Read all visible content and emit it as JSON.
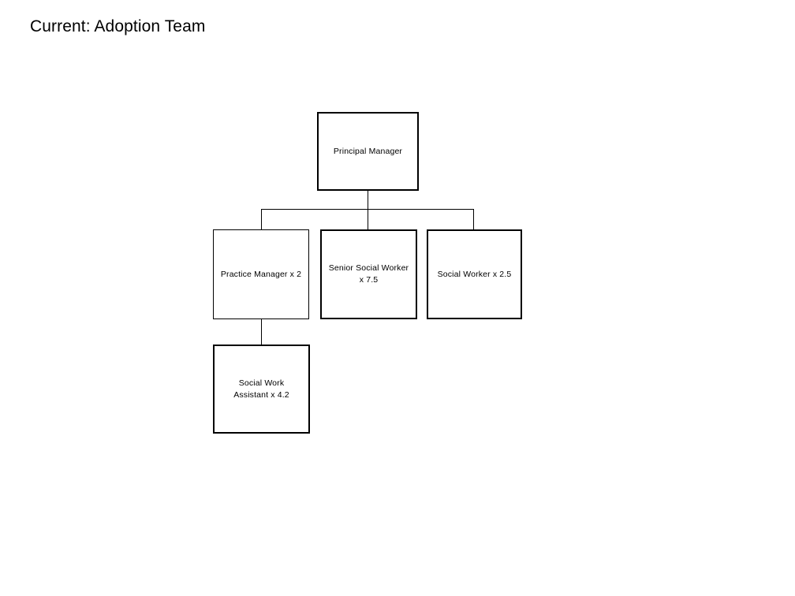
{
  "slide": {
    "title": "Current: Adoption Team",
    "background_color": "#ffffff",
    "line_color": "#000000",
    "text_color": "#000000"
  },
  "org_chart": {
    "type": "organisation-chart",
    "nodes": [
      {
        "id": "principal-manager",
        "label": "Principal Manager",
        "level": 0,
        "parent": null
      },
      {
        "id": "practice-manager",
        "label": "Practice Manager x 2",
        "level": 1,
        "parent": "principal-manager"
      },
      {
        "id": "senior-social-worker",
        "label": "Senior Social Worker x 7.5",
        "level": 1,
        "parent": "principal-manager"
      },
      {
        "id": "social-worker",
        "label": "Social Worker x 2.5",
        "level": 1,
        "parent": "principal-manager"
      },
      {
        "id": "social-work-assistant",
        "label": "Social Work Assistant x 4.2",
        "level": 2,
        "parent": "practice-manager"
      }
    ]
  }
}
